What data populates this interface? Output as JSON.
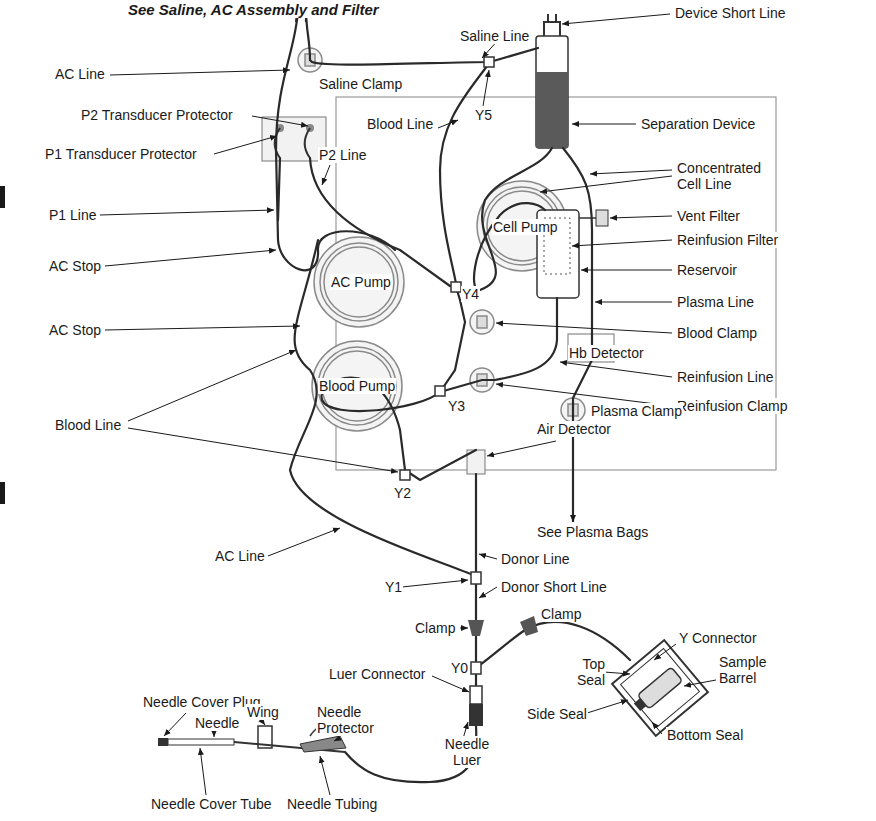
{
  "diagram": {
    "title": "See Saline, AC Assembly and Filter",
    "labels": [
      "Device Short Line",
      "Saline Line",
      "AC Line",
      "Saline Clamp",
      "Y5",
      "P2 Transducer Protector",
      "Blood Line",
      "Separation Device",
      "P1 Transducer Protector",
      "P2 Line",
      "Concentrated Cell Line",
      "Vent Filter",
      "Cell Pump",
      "P1 Line",
      "Reinfusion Filter",
      "AC Stop",
      "Reservoir",
      "AC Pump",
      "Y4",
      "Plasma Line",
      "AC Stop",
      "Blood Clamp",
      "Hb Detector",
      "Reinfusion Line",
      "Blood Pump",
      "Y3",
      "Reinfusion Clamp",
      "Blood Line",
      "Air Detector",
      "Plasma Clamp",
      "Y2",
      "See Plasma Bags",
      "AC Line",
      "Donor Line",
      "Y1",
      "Donor Short Line",
      "Clamp",
      "Clamp",
      "Y Connector",
      "Top Seal",
      "Sample Barrel",
      "Y0",
      "Luer Connector",
      "Needle Cover Plug",
      "Wing",
      "Needle Protector",
      "Needle",
      "Side Seal",
      "Bottom Seal",
      "Needle Luer",
      "Needle Cover Tube",
      "Needle Tubing"
    ]
  }
}
